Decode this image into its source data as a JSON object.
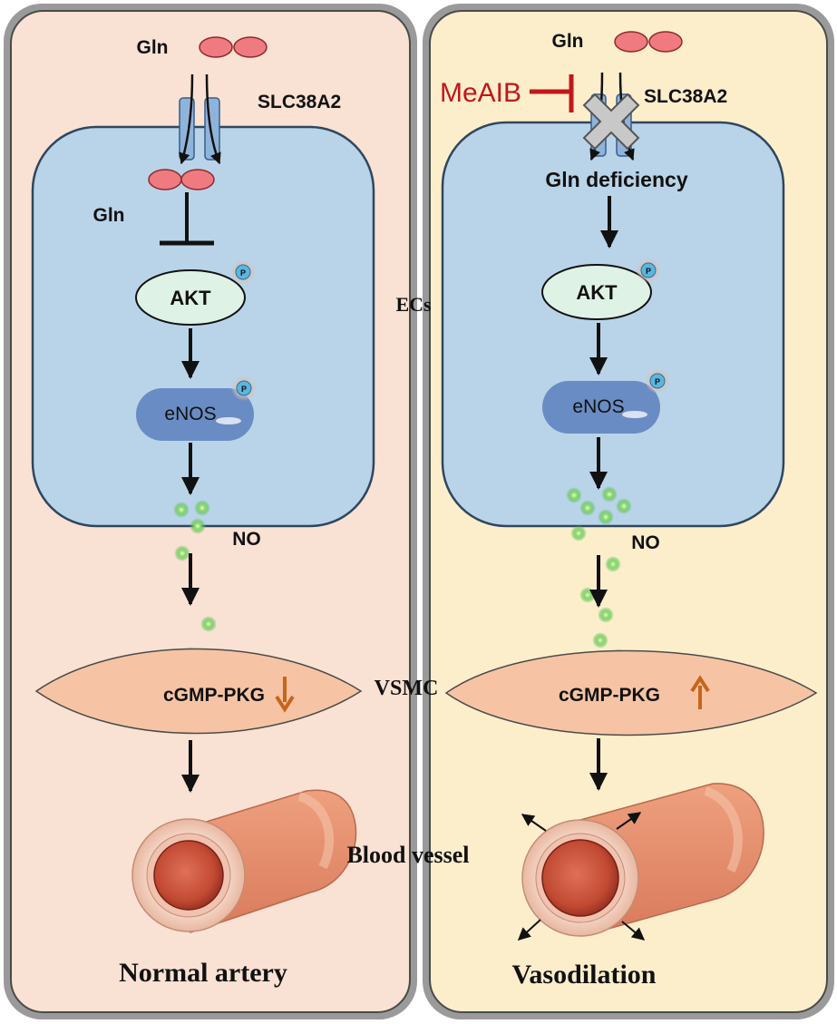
{
  "left_panel": {
    "gln_outside": "Gln",
    "transporter": "SLC38A2",
    "gln_inside": "Gln",
    "akt": "AKT",
    "enos": "eNOS",
    "phospho": "P",
    "no": "NO",
    "cgmp": "cGMP-PKG",
    "outcome": "Normal artery"
  },
  "right_panel": {
    "gln_outside": "Gln",
    "inhibitor": "MeAIB",
    "transporter": "SLC38A2",
    "deficiency": "Gln deficiency",
    "akt": "AKT",
    "enos": "eNOS",
    "phospho": "P",
    "no": "NO",
    "cgmp": "cGMP-PKG",
    "outcome": "Vasodilation"
  },
  "center_labels": {
    "ecs": "ECs",
    "vsmc": "VSMC",
    "vessel": "Blood vessel"
  },
  "colors": {
    "left_bg": "#f9e1d3",
    "right_bg": "#fdeecb",
    "cell": "#b9d4e8",
    "akt": "#dff2e6",
    "enos": "#6a8cc4",
    "vsmc": "#f6c4a4",
    "arrow_orange": "#c8651b",
    "inhibitor_red": "#c0171b",
    "gln_pink": "#ef7a80"
  }
}
